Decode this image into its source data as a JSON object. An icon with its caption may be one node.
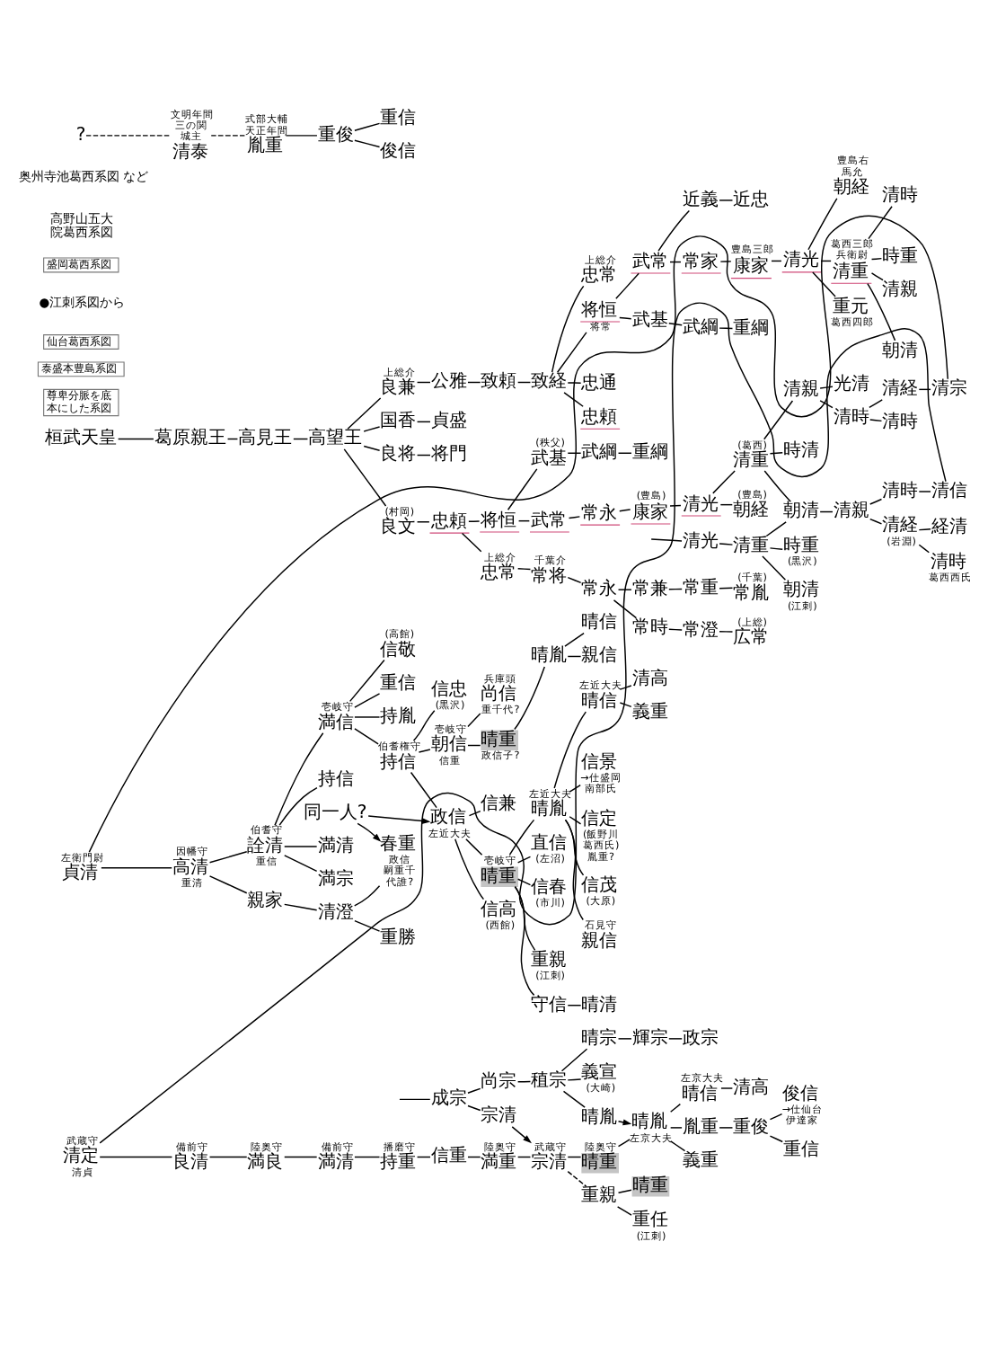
{
  "diagram": {
    "nodes": [
      {
        "text": [
          "桓武天皇"
        ]
      },
      {
        "text": [
          "葛原親王"
        ]
      },
      {
        "text": [
          "高見王"
        ]
      },
      {
        "text": [
          "高望王"
        ]
      },
      {
        "text": [
          "国香"
        ]
      },
      {
        "text": [
          "貞盛"
        ]
      },
      {
        "text": [
          "良将"
        ]
      },
      {
        "text": [
          "将門"
        ]
      },
      {
        "text": [
          "尊卑分脈を底本にした系図"
        ]
      },
      {
        "text": [
          "(村岡)",
          "良文"
        ]
      },
      {
        "text": [
          "忠頼"
        ]
      },
      {
        "text": [
          "将恒"
        ]
      },
      {
        "text": [
          "(秩父)",
          "武基"
        ]
      },
      {
        "text": [
          "武綱"
        ]
      },
      {
        "text": [
          "重綱"
        ]
      },
      {
        "text": [
          "(豊島)",
          "朝経"
        ]
      },
      {
        "text": [
          "時清"
        ]
      },
      {
        "text": [
          "武常"
        ]
      },
      {
        "text": [
          "常永"
        ]
      },
      {
        "text": [
          "(豊島)",
          "康家"
        ]
      },
      {
        "text": [
          "清光"
        ]
      },
      {
        "text": [
          "(葛西)",
          "清重"
        ]
      },
      {
        "text": [
          "清親"
        ]
      },
      {
        "text": [
          "清時"
        ]
      },
      {
        "text": [
          "清経"
        ]
      },
      {
        "text": [
          "清宗"
        ]
      },
      {
        "text": [
          "光清"
        ]
      },
      {
        "text": [
          "清時"
        ]
      },
      {
        "text": [
          "清光"
        ]
      },
      {
        "text": [
          "清重"
        ]
      },
      {
        "text": [
          "朝清"
        ]
      },
      {
        "text": [
          "清親"
        ]
      },
      {
        "text": [
          "清時"
        ]
      },
      {
        "text": [
          "清信"
        ]
      },
      {
        "text": [
          "上総介",
          "忠常"
        ]
      },
      {
        "text": [
          "千葉介",
          "常将"
        ]
      },
      {
        "text": [
          "常永"
        ]
      },
      {
        "text": [
          "常時"
        ]
      },
      {
        "text": [
          "常澄"
        ]
      },
      {
        "text": [
          "(上総)",
          "広常"
        ]
      },
      {
        "text": [
          "朝清",
          "(江刺)"
        ]
      },
      {
        "text": [
          "清経",
          "(岩淵)"
        ]
      },
      {
        "text": [
          "経清"
        ]
      },
      {
        "text": [
          "上総介",
          "良兼"
        ]
      },
      {
        "text": [
          "公雅"
        ]
      },
      {
        "text": [
          "致頼"
        ]
      },
      {
        "text": [
          "致経"
        ]
      },
      {
        "text": [
          "忠通"
        ]
      },
      {
        "text": [
          "常兼"
        ]
      },
      {
        "text": [
          "常重"
        ]
      },
      {
        "text": [
          "(千葉)",
          "常胤"
        ]
      },
      {
        "text": [
          "時重",
          "(黒沢)"
        ]
      },
      {
        "text": [
          "清時",
          "葛西西氏"
        ]
      },
      {
        "text": [
          "泰盛本豊島系図"
        ]
      },
      {
        "text": [
          "忠頼"
        ]
      },
      {
        "text": [
          "上総介",
          "忠常"
        ]
      },
      {
        "text": [
          "将恒",
          "将常"
        ]
      },
      {
        "text": [
          "武基"
        ]
      },
      {
        "text": [
          "武綱"
        ]
      },
      {
        "text": [
          "重綱"
        ]
      },
      {
        "text": [
          "武常"
        ]
      },
      {
        "text": [
          "近義"
        ]
      },
      {
        "text": [
          "近忠"
        ]
      },
      {
        "text": [
          "常家"
        ]
      },
      {
        "text": [
          "豊島三郎",
          "康家"
        ]
      },
      {
        "text": [
          "清光"
        ]
      },
      {
        "text": [
          "豊島右馬允",
          "朝経"
        ]
      },
      {
        "text": [
          "葛西三郎兵衛尉",
          "清重"
        ]
      },
      {
        "text": [
          "清親"
        ]
      },
      {
        "text": [
          "朝清"
        ]
      },
      {
        "text": [
          "重元",
          "葛西四郎"
        ]
      },
      {
        "text": [
          "清時"
        ]
      },
      {
        "text": [
          "時重"
        ]
      },
      {
        "text": [
          "成宗"
        ]
      },
      {
        "text": [
          "尚宗"
        ]
      },
      {
        "text": [
          "稙宗"
        ]
      },
      {
        "text": [
          "晴宗"
        ]
      },
      {
        "text": [
          "輝宗"
        ]
      },
      {
        "text": [
          "政宗"
        ]
      },
      {
        "text": [
          "宗清"
        ]
      },
      {
        "text": [
          "義宣",
          "(大崎)"
        ]
      },
      {
        "text": [
          "仙台葛西系図"
        ]
      },
      {
        "text": [
          "晴胤"
        ]
      },
      {
        "text": [
          "武蔵守",
          "清定",
          "清貞"
        ]
      },
      {
        "text": [
          "備前守",
          "良清"
        ]
      },
      {
        "text": [
          "陸奥守",
          "満良"
        ]
      },
      {
        "text": [
          "備前守",
          "満清"
        ]
      },
      {
        "text": [
          "播磨守",
          "持重"
        ]
      },
      {
        "text": [
          "信重"
        ]
      },
      {
        "text": [
          "陸奥守",
          "満重"
        ]
      },
      {
        "text": [
          "武蔵守",
          "宗清"
        ]
      },
      {
        "text": [
          "陸奥守",
          "晴重"
        ]
      },
      {
        "text": [
          "晴胤",
          "左京大夫"
        ]
      },
      {
        "text": [
          "義重"
        ]
      },
      {
        "text": [
          "左京大夫",
          "晴信"
        ]
      },
      {
        "text": [
          "清高"
        ]
      },
      {
        "text": [
          "重親"
        ]
      },
      {
        "text": [
          "晴重"
        ]
      },
      {
        "text": [
          "胤重"
        ]
      },
      {
        "text": [
          "重俊"
        ]
      },
      {
        "text": [
          "重信"
        ]
      },
      {
        "text": [
          "重任",
          "(江刺)"
        ]
      },
      {
        "text": [
          "俊信",
          "→仕仙台伊達家"
        ]
      },
      {
        "text": [
          "盛岡葛西系図"
        ]
      },
      {
        "text": [
          "満清"
        ]
      },
      {
        "text": [
          "満宗"
        ]
      },
      {
        "text": [
          "左衛門尉",
          "貞清"
        ]
      },
      {
        "text": [
          "因幡守",
          "高清",
          "重清"
        ]
      },
      {
        "text": [
          "伯耆守",
          "詮清",
          "重信"
        ]
      },
      {
        "text": [
          "壱岐守",
          "満信"
        ]
      },
      {
        "text": [
          "伯耆権守",
          "持信"
        ]
      },
      {
        "text": [
          "壱岐守",
          "朝信",
          "信重"
        ]
      },
      {
        "text": [
          "兵庫頭",
          "尚信",
          "重千代?"
        ]
      },
      {
        "text": [
          "親信"
        ]
      },
      {
        "text": [
          "持信"
        ]
      },
      {
        "text": [
          "(高館)",
          "信敬"
        ]
      },
      {
        "text": [
          "信忠",
          "(黒沢)"
        ]
      },
      {
        "text": [
          "晴重",
          "政信子?"
        ]
      },
      {
        "text": [
          "晴胤"
        ]
      },
      {
        "text": [
          "晴信"
        ]
      },
      {
        "text": [
          "重信"
        ]
      },
      {
        "text": [
          "信高",
          "(西館)"
        ]
      },
      {
        "text": [
          "持胤"
        ]
      },
      {
        "text": [
          "政信",
          "左近大夫"
        ]
      },
      {
        "text": [
          "信兼"
        ]
      },
      {
        "text": [
          "守信"
        ]
      },
      {
        "text": [
          "晴清"
        ]
      },
      {
        "text": [
          "親家"
        ]
      },
      {
        "text": [
          "清澄"
        ]
      },
      {
        "text": [
          "重勝"
        ]
      },
      {
        "text": [
          "壱岐守",
          "晴重"
        ]
      },
      {
        "text": [
          "左近大夫",
          "晴胤"
        ]
      },
      {
        "text": [
          "石見守",
          "親信"
        ]
      },
      {
        "text": [
          "春重",
          "政信",
          "嗣重千代誰?"
        ]
      },
      {
        "text": [
          "同一人?"
        ]
      },
      {
        "text": [
          "直信",
          "(左沼)"
        ]
      },
      {
        "text": [
          "左近大夫",
          "晴信"
        ]
      },
      {
        "text": [
          "義重"
        ]
      },
      {
        "text": [
          "信春",
          "(市川)"
        ]
      },
      {
        "text": [
          "信景",
          "→仕盛岡南部氏"
        ]
      },
      {
        "text": [
          "清高"
        ]
      },
      {
        "text": [
          "重親",
          "(江刺)"
        ]
      },
      {
        "text": [
          "信定",
          "(飯野川葛西氏)",
          "胤重?"
        ]
      },
      {
        "text": [
          "信茂",
          "(大原)"
        ]
      },
      {
        "text": [
          "?"
        ]
      },
      {
        "text": [
          "文明年間",
          "三の関城主",
          "清泰"
        ]
      },
      {
        "text": [
          "式部大輔",
          "天正年間",
          "胤重"
        ]
      },
      {
        "text": [
          "重俊"
        ]
      },
      {
        "text": [
          "重信"
        ]
      },
      {
        "text": [
          "俊信"
        ]
      }
    ],
    "edges": [
      {
        "from": 0,
        "to": 1,
        "arrow": "none"
      },
      {
        "from": 1,
        "to": 2,
        "arrow": "none"
      },
      {
        "from": 2,
        "to": 3,
        "arrow": "none"
      },
      {
        "from": 3,
        "to": 4,
        "arrow": "none"
      },
      {
        "from": 4,
        "to": 5,
        "arrow": "none"
      },
      {
        "from": 3,
        "to": 6,
        "arrow": "none"
      },
      {
        "from": 6,
        "to": 7,
        "arrow": "none"
      },
      {
        "from": 3,
        "to": 9,
        "arrow": "none"
      },
      {
        "from": 3,
        "to": 43,
        "arrow": "none"
      },
      {
        "from": 9,
        "to": 10,
        "arrow": "none"
      },
      {
        "from": 10,
        "to": 11,
        "arrow": "none"
      },
      {
        "from": 10,
        "to": 34,
        "arrow": "none"
      },
      {
        "from": 11,
        "to": 12,
        "arrow": "none"
      },
      {
        "from": 12,
        "to": 13,
        "arrow": "none"
      },
      {
        "from": 13,
        "to": 14,
        "arrow": "none"
      },
      {
        "from": 11,
        "to": 17,
        "arrow": "none"
      },
      {
        "from": 17,
        "to": 18,
        "arrow": "none"
      },
      {
        "from": 18,
        "to": 19,
        "arrow": "none"
      },
      {
        "from": 19,
        "to": 20,
        "arrow": "none"
      },
      {
        "from": 20,
        "to": 15,
        "arrow": "none"
      },
      {
        "from": 20,
        "to": 21,
        "arrow": "none"
      },
      {
        "from": 21,
        "to": 16,
        "arrow": "none"
      },
      {
        "from": 21,
        "to": 22,
        "arrow": "none"
      },
      {
        "from": 21,
        "to": 30,
        "arrow": "none"
      },
      {
        "from": 22,
        "to": 23,
        "arrow": "none"
      },
      {
        "from": 22,
        "to": 26,
        "arrow": "none"
      },
      {
        "from": 23,
        "to": 24,
        "arrow": "none"
      },
      {
        "from": 23,
        "to": 27,
        "arrow": "none"
      },
      {
        "from": 24,
        "to": 25,
        "arrow": "none"
      },
      {
        "from": 25,
        "to": 106,
        "arrow": "none"
      },
      {
        "from": null,
        "to": 28,
        "arrow": "none"
      },
      {
        "from": 28,
        "to": 29,
        "arrow": "none"
      },
      {
        "from": 29,
        "to": 30,
        "arrow": "none"
      },
      {
        "from": 29,
        "to": 40,
        "arrow": "none"
      },
      {
        "from": 29,
        "to": 51,
        "arrow": "none"
      },
      {
        "from": 30,
        "to": 31,
        "arrow": "none"
      },
      {
        "from": 31,
        "to": 32,
        "arrow": "none"
      },
      {
        "from": 31,
        "to": 41,
        "arrow": "none"
      },
      {
        "from": 32,
        "to": 33,
        "arrow": "none"
      },
      {
        "from": 33,
        "to": 83,
        "arrow": "none"
      },
      {
        "from": 41,
        "to": 42,
        "arrow": "none"
      },
      {
        "from": 41,
        "to": 52,
        "arrow": "none"
      },
      {
        "from": 34,
        "to": 35,
        "arrow": "none"
      },
      {
        "from": 35,
        "to": 36,
        "arrow": "none"
      },
      {
        "from": 36,
        "to": 37,
        "arrow": "none"
      },
      {
        "from": 36,
        "to": 48,
        "arrow": "none"
      },
      {
        "from": 37,
        "to": 38,
        "arrow": "none"
      },
      {
        "from": 38,
        "to": 39,
        "arrow": "none"
      },
      {
        "from": 48,
        "to": 49,
        "arrow": "none"
      },
      {
        "from": 49,
        "to": 50,
        "arrow": "none"
      },
      {
        "from": 43,
        "to": 44,
        "arrow": "none"
      },
      {
        "from": 44,
        "to": 45,
        "arrow": "none"
      },
      {
        "from": 45,
        "to": 46,
        "arrow": "none"
      },
      {
        "from": 46,
        "to": 47,
        "arrow": "none"
      },
      {
        "from": 46,
        "to": 54,
        "arrow": "none"
      },
      {
        "from": 46,
        "to": 55,
        "arrow": "none"
      },
      {
        "from": 46,
        "to": 56,
        "arrow": "none"
      },
      {
        "from": 56,
        "to": 57,
        "arrow": "none"
      },
      {
        "from": 57,
        "to": 58,
        "arrow": "none"
      },
      {
        "from": 58,
        "to": 59,
        "arrow": "none"
      },
      {
        "from": 56,
        "to": 60,
        "arrow": "none"
      },
      {
        "from": 60,
        "to": 61,
        "arrow": "none"
      },
      {
        "from": 61,
        "to": 62,
        "arrow": "none"
      },
      {
        "from": 60,
        "to": 63,
        "arrow": "none"
      },
      {
        "from": 63,
        "to": 64,
        "arrow": "none"
      },
      {
        "from": 64,
        "to": 65,
        "arrow": "none"
      },
      {
        "from": 65,
        "to": 66,
        "arrow": "none"
      },
      {
        "from": 65,
        "to": 67,
        "arrow": "none"
      },
      {
        "from": 65,
        "to": 70,
        "arrow": "none"
      },
      {
        "from": 67,
        "to": 68,
        "arrow": "none"
      },
      {
        "from": 67,
        "to": 69,
        "arrow": "none"
      },
      {
        "from": 67,
        "to": 71,
        "arrow": "none"
      },
      {
        "from": 67,
        "to": 72,
        "arrow": "none"
      },
      {
        "from": null,
        "to": 73,
        "arrow": "none"
      },
      {
        "from": 73,
        "to": 74,
        "arrow": "none"
      },
      {
        "from": 73,
        "to": 79,
        "arrow": "none"
      },
      {
        "from": 74,
        "to": 75,
        "arrow": "none"
      },
      {
        "from": 75,
        "to": 76,
        "arrow": "none"
      },
      {
        "from": 75,
        "to": 80,
        "arrow": "none"
      },
      {
        "from": 75,
        "to": 82,
        "arrow": "none"
      },
      {
        "from": 76,
        "to": 77,
        "arrow": "none"
      },
      {
        "from": 77,
        "to": 78,
        "arrow": "none"
      },
      {
        "from": 79,
        "to": 90,
        "arrow": "to"
      },
      {
        "from": 82,
        "to": 92,
        "arrow": "to"
      },
      {
        "from": 83,
        "to": 84,
        "arrow": "none"
      },
      {
        "from": 84,
        "to": 85,
        "arrow": "none"
      },
      {
        "from": 85,
        "to": 86,
        "arrow": "none"
      },
      {
        "from": 86,
        "to": 87,
        "arrow": "none"
      },
      {
        "from": 87,
        "to": 88,
        "arrow": "none"
      },
      {
        "from": 88,
        "to": 89,
        "arrow": "none"
      },
      {
        "from": 89,
        "to": 90,
        "arrow": "none"
      },
      {
        "from": 90,
        "to": 91,
        "arrow": "none"
      },
      {
        "from": 90,
        "to": 96,
        "arrow": "none",
        "style": "dashed"
      },
      {
        "from": 91,
        "to": 92,
        "arrow": "none"
      },
      {
        "from": 92,
        "to": 93,
        "arrow": "none"
      },
      {
        "from": 92,
        "to": 94,
        "arrow": "none"
      },
      {
        "from": 92,
        "to": 98,
        "arrow": "none"
      },
      {
        "from": 94,
        "to": 95,
        "arrow": "none"
      },
      {
        "from": 98,
        "to": 99,
        "arrow": "none"
      },
      {
        "from": 99,
        "to": 100,
        "arrow": "none"
      },
      {
        "from": 99,
        "to": 102,
        "arrow": "none"
      },
      {
        "from": 96,
        "to": 97,
        "arrow": "none"
      },
      {
        "from": 96,
        "to": 101,
        "arrow": "none"
      },
      {
        "from": 106,
        "to": 107,
        "arrow": "none"
      },
      {
        "from": 107,
        "to": 108,
        "arrow": "none"
      },
      {
        "from": 107,
        "to": 127,
        "arrow": "none"
      },
      {
        "from": 108,
        "to": 104,
        "arrow": "none"
      },
      {
        "from": 108,
        "to": 105,
        "arrow": "none"
      },
      {
        "from": 108,
        "to": 109,
        "arrow": "none"
      },
      {
        "from": 108,
        "to": 114,
        "arrow": "none"
      },
      {
        "from": 109,
        "to": 110,
        "arrow": "none"
      },
      {
        "from": 109,
        "to": 115,
        "arrow": "none"
      },
      {
        "from": 109,
        "to": 120,
        "arrow": "none"
      },
      {
        "from": 109,
        "to": 122,
        "arrow": "none"
      },
      {
        "from": 110,
        "to": 111,
        "arrow": "none"
      },
      {
        "from": 110,
        "to": 116,
        "arrow": "none"
      },
      {
        "from": 110,
        "to": 123,
        "arrow": "none"
      },
      {
        "from": 111,
        "to": 112,
        "arrow": "none"
      },
      {
        "from": 111,
        "to": 117,
        "arrow": "none"
      },
      {
        "from": 117,
        "to": 118,
        "arrow": "none"
      },
      {
        "from": 118,
        "to": 113,
        "arrow": "none"
      },
      {
        "from": 118,
        "to": 119,
        "arrow": "none"
      },
      {
        "from": 123,
        "to": 121,
        "arrow": "none"
      },
      {
        "from": 123,
        "to": 124,
        "arrow": "none"
      },
      {
        "from": 123,
        "to": 130,
        "arrow": "none"
      },
      {
        "from": 130,
        "to": 125,
        "arrow": "none"
      },
      {
        "from": 130,
        "to": 131,
        "arrow": "none"
      },
      {
        "from": 130,
        "to": 135,
        "arrow": "none"
      },
      {
        "from": 130,
        "to": 138,
        "arrow": "none"
      },
      {
        "from": 130,
        "to": 141,
        "arrow": "none"
      },
      {
        "from": 125,
        "to": 126,
        "arrow": "none"
      },
      {
        "from": 131,
        "to": 132,
        "arrow": "none"
      },
      {
        "from": 131,
        "to": 136,
        "arrow": "none"
      },
      {
        "from": 131,
        "to": 139,
        "arrow": "none"
      },
      {
        "from": 131,
        "to": 142,
        "arrow": "none"
      },
      {
        "from": 131,
        "to": 143,
        "arrow": "none"
      },
      {
        "from": 136,
        "to": 137,
        "arrow": "none"
      },
      {
        "from": 136,
        "to": 140,
        "arrow": "none"
      },
      {
        "from": 127,
        "to": 128,
        "arrow": "none"
      },
      {
        "from": 128,
        "to": 129,
        "arrow": "none"
      },
      {
        "from": 128,
        "to": 133,
        "arrow": "none"
      },
      {
        "from": 134,
        "to": 133,
        "arrow": "to"
      },
      {
        "from": 134,
        "to": 123,
        "arrow": "to"
      },
      {
        "from": 144,
        "to": 145,
        "arrow": "none",
        "style": "dashed"
      },
      {
        "from": 145,
        "to": 146,
        "arrow": "none",
        "style": "dashed"
      },
      {
        "from": 146,
        "to": 147,
        "arrow": "none"
      },
      {
        "from": 147,
        "to": 148,
        "arrow": "none"
      },
      {
        "from": 147,
        "to": 149,
        "arrow": "none"
      }
    ],
    "labels": [
      "●江刺系図から",
      "高野山五大院葛西系図",
      "奥州寺池葛西系図 など"
    ]
  }
}
